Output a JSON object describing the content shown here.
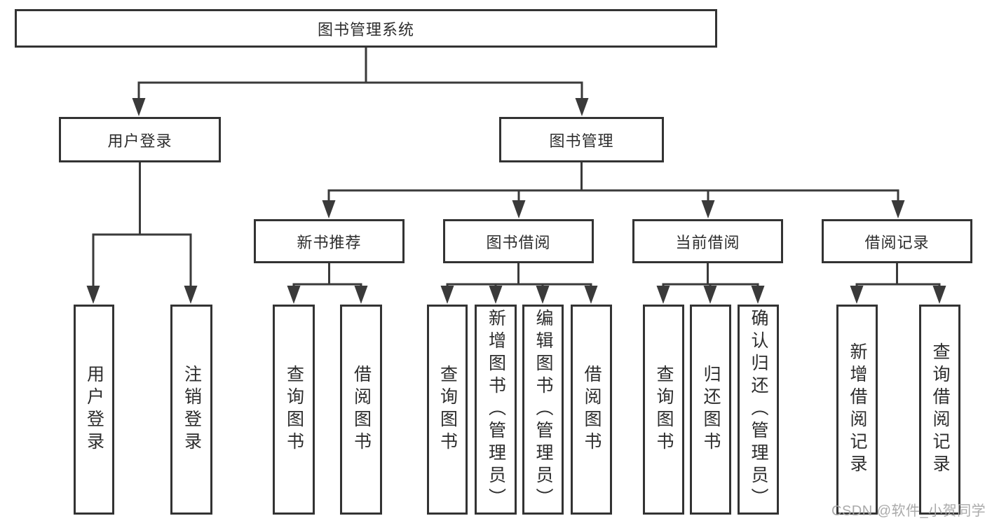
{
  "tree": {
    "root": {
      "label": "图书管理系统"
    },
    "children": [
      {
        "label": "用户登录",
        "children": [
          {
            "label": "用户登录"
          },
          {
            "label": "注销登录"
          }
        ]
      },
      {
        "label": "图书管理",
        "children": [
          {
            "label": "新书推荐",
            "children": [
              {
                "label": "查询图书"
              },
              {
                "label": "借阅图书"
              }
            ]
          },
          {
            "label": "图书借阅",
            "children": [
              {
                "label": "查询图书"
              },
              {
                "label": "新增图书（管理员）"
              },
              {
                "label": "编辑图书（管理员）"
              },
              {
                "label": "借阅图书"
              }
            ]
          },
          {
            "label": "当前借阅",
            "children": [
              {
                "label": "查询图书"
              },
              {
                "label": "归还图书"
              },
              {
                "label": "确认归还（管理员）"
              }
            ]
          },
          {
            "label": "借阅记录",
            "children": [
              {
                "label": "新增借阅记录"
              },
              {
                "label": "查询借阅记录"
              }
            ]
          }
        ]
      }
    ]
  },
  "watermark": {
    "text": "CSDN @软件_小贺同学"
  },
  "colors": {
    "line": "#3a3a3a",
    "border": "#333333",
    "text": "#2d2d2d",
    "watermark": "#a5a5a5",
    "background": "#ffffff"
  }
}
